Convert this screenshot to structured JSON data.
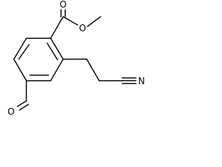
{
  "molecule": {
    "atoms": {
      "ester_carbonyl_oxygen": "O",
      "ester_ether_oxygen": "O",
      "aldehyde_oxygen": "O",
      "nitrile_nitrogen": "N"
    }
  }
}
